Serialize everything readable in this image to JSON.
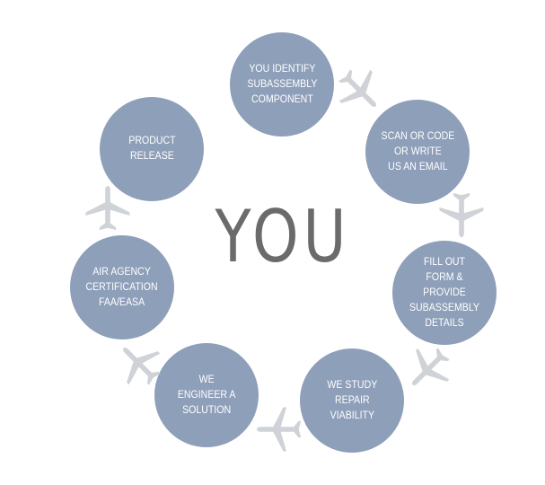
{
  "center": {
    "title": "YOU"
  },
  "colors": {
    "circle_fill": "#8e9fb9",
    "circle_text": "#ffffff",
    "center_text": "#6b6b6b",
    "plane": "#cfd2d6"
  },
  "icons": {
    "connector": "airplane-icon"
  },
  "steps": [
    {
      "lines": [
        "YOU IDENTIFY",
        "SUBASSEMBLY",
        "COMPONENT"
      ]
    },
    {
      "lines": [
        "SCAN OR CODE",
        "OR WRITE",
        "US AN EMAIL"
      ]
    },
    {
      "lines": [
        "FILL OUT",
        "FORM & PROVIDE",
        "SUBASSEMBLY",
        "DETAILS"
      ]
    },
    {
      "lines": [
        "WE STUDY",
        "REPAIR",
        "VIABILITY"
      ]
    },
    {
      "lines": [
        "WE",
        "ENGINEER A",
        "SOLUTION"
      ]
    },
    {
      "lines": [
        "AIR AGENCY",
        "CERTIFICATION",
        "FAA/EASA"
      ]
    },
    {
      "lines": [
        "PRODUCT",
        "RELEASE"
      ]
    }
  ]
}
